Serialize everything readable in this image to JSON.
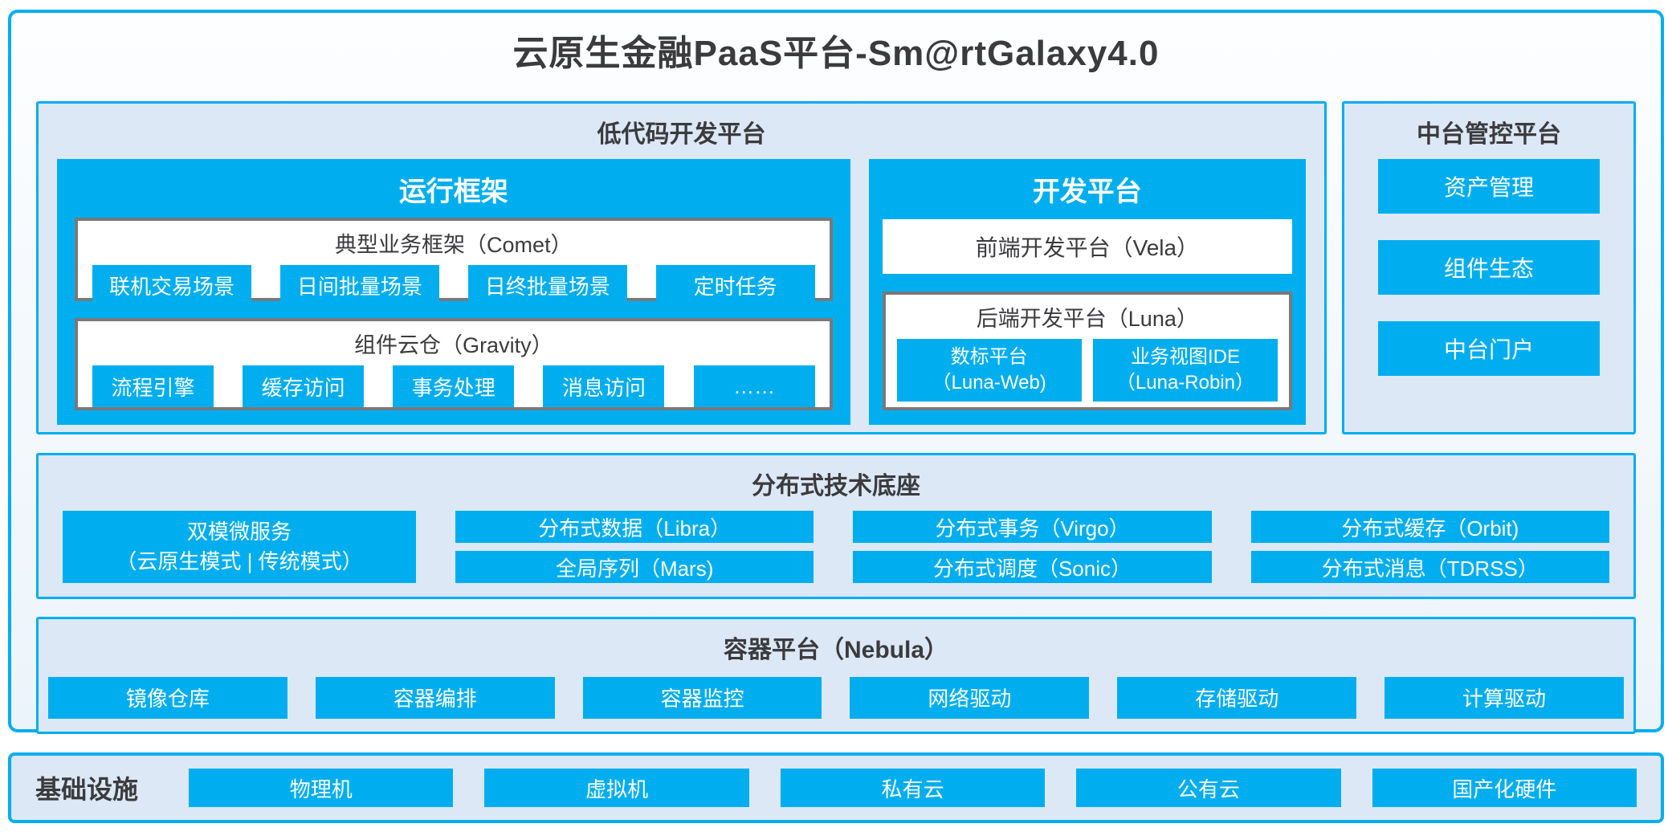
{
  "title": "云原生金融PaaS平台-Sm@rtGalaxy4.0",
  "colors": {
    "accent": "#00AEEF",
    "section_bg": "#DCE8F5",
    "gray_border": "#77797C",
    "text_dark": "#3B3B3E"
  },
  "low_code": {
    "title": "低代码开发平台",
    "runtime": {
      "title": "运行框架",
      "comet": {
        "title": "典型业务框架（Comet）",
        "items": [
          "联机交易场景",
          "日间批量场景",
          "日终批量场景",
          "定时任务"
        ]
      },
      "gravity": {
        "title": "组件云仓（Gravity）",
        "items": [
          "流程引擎",
          "缓存访问",
          "事务处理",
          "消息访问",
          "……"
        ]
      }
    },
    "dev": {
      "title": "开发平台",
      "vela": "前端开发平台（Vela）",
      "luna": {
        "title": "后端开发平台（Luna）",
        "items": [
          {
            "line1": "数标平台",
            "line2": "（Luna-Web)"
          },
          {
            "line1": "业务视图IDE",
            "line2": "（Luna-Robin）"
          }
        ]
      }
    }
  },
  "mid_platform": {
    "title": "中台管控平台",
    "items": [
      "资产管理",
      "组件生态",
      "中台门户"
    ]
  },
  "distributed": {
    "title": "分布式技术底座",
    "dual_mode": {
      "line1": "双模微服务",
      "line2": "（云原生模式 | 传统模式）"
    },
    "columns": [
      {
        "top": "分布式数据（Libra）",
        "bottom": "全局序列（Mars)"
      },
      {
        "top": "分布式事务（Virgo）",
        "bottom": "分布式调度（Sonic）"
      },
      {
        "top": "分布式缓存（Orbit)",
        "bottom": "分布式消息（TDRSS）"
      }
    ]
  },
  "container_platform": {
    "title": "容器平台（Nebula）",
    "items": [
      "镜像仓库",
      "容器编排",
      "容器监控",
      "网络驱动",
      "存储驱动",
      "计算驱动"
    ]
  },
  "infrastructure": {
    "title": "基础设施",
    "items": [
      "物理机",
      "虚拟机",
      "私有云",
      "公有云",
      "国产化硬件"
    ]
  }
}
